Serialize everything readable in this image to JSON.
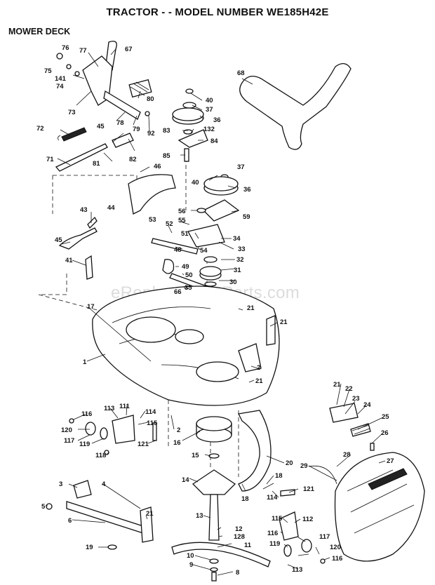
{
  "header": {
    "title": "TRACTOR - - MODEL NUMBER WE185H42E",
    "section": "MOWER DECK"
  },
  "watermark": "eReplacementParts.com",
  "labels": [
    "76",
    "77",
    "67",
    "75",
    "141",
    "74",
    "73",
    "80",
    "78",
    "79",
    "92",
    "45",
    "72",
    "82",
    "81",
    "71",
    "68",
    "40",
    "37",
    "36",
    "83",
    "132",
    "84",
    "85",
    "46",
    "44",
    "40",
    "37",
    "36",
    "56",
    "59",
    "55",
    "34",
    "33",
    "32",
    "31",
    "30",
    "53",
    "52",
    "51",
    "54",
    "48",
    "49",
    "50",
    "35",
    "66",
    "43",
    "45",
    "41",
    "21",
    "21",
    "17",
    "1",
    "2",
    "21",
    "21",
    "22",
    "23",
    "24",
    "25",
    "26",
    "27",
    "28",
    "29",
    "116",
    "120",
    "117",
    "119",
    "118",
    "113",
    "111",
    "114",
    "115",
    "121",
    "2",
    "16",
    "15",
    "20",
    "14",
    "18",
    "18",
    "114",
    "121",
    "3",
    "4",
    "5",
    "6",
    "21",
    "13",
    "12",
    "128",
    "11",
    "19",
    "10",
    "9",
    "8",
    "115",
    "116",
    "112",
    "119",
    "117",
    "120",
    "116",
    "113"
  ]
}
